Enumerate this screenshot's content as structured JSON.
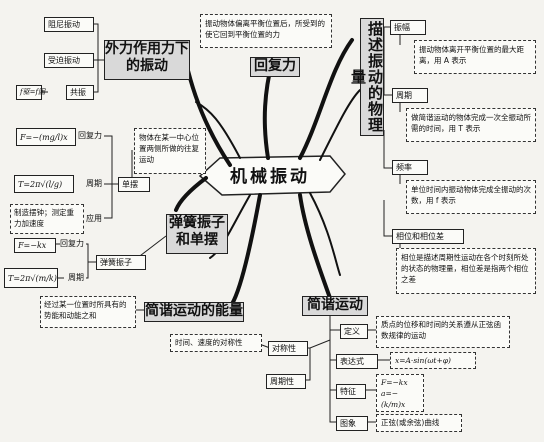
{
  "center": "机械振动",
  "restoring": {
    "title": "回复力",
    "desc": "振动物体偏离平衡位置后，所受到的使它回到平衡位置的力"
  },
  "describe": {
    "title": "描述振动的物理量",
    "amplitude": {
      "label": "振幅",
      "desc": "振动物体离开平衡位置的最大距离，用 A 表示"
    },
    "period": {
      "label": "周期",
      "desc": "做简谐运动的物体完成一次全振动所需的时间，用 T 表示"
    },
    "frequency": {
      "label": "频率",
      "desc": "单位时间内振动物体完成全振动的次数，用 f 表示"
    },
    "phase": {
      "label": "相位和相位差",
      "desc": "相位是描述周期性运动在各个时刻所处的状态的物理量，相位差是指两个相位之差"
    }
  },
  "forced": {
    "title": "外力作用力下的振动",
    "damped": "阻尼振动",
    "driven": "受迫振动",
    "resonance": "共振",
    "resonance_cond": "f驱=f固"
  },
  "springs": {
    "title": "弹簧振子和单摆",
    "pendulum_def": "物体在某一中心位置两侧所做的往复运动",
    "pendulum": {
      "label": "单摆",
      "restoring_formula": "F=−(mg/l)x",
      "restoring_label": "回复力",
      "period_formula": "T=2π√(l/g)",
      "period_label": "周期",
      "application_label": "应用",
      "application_desc": "制造摆钟；测定重力加速度"
    },
    "spring": {
      "label": "弹簧振子",
      "restoring_formula": "F=−kx",
      "restoring_label": "回复力",
      "period_formula": "T=2π√(m/k)",
      "period_label": "周期"
    }
  },
  "energy": {
    "title": "简谐运动的能量",
    "desc": "经过某一位置时所具有的势能和动能之和"
  },
  "shm": {
    "title": "简谐运动",
    "definition_label": "定义",
    "definition_desc": "质点的位移和时间的关系遵从正弦函数规律的运动",
    "expression_label": "表达式",
    "expression": "x=A·sin(ωt+φ)",
    "features_label": "特征",
    "feature1": "F=−kx",
    "feature2": "a=−(k/m)x",
    "graph_label": "图象",
    "graph_desc": "正弦(或余弦)曲线",
    "symmetry_label": "对称性",
    "symmetry_desc": "时间、速度的对称性",
    "periodicity_label": "周期性"
  }
}
